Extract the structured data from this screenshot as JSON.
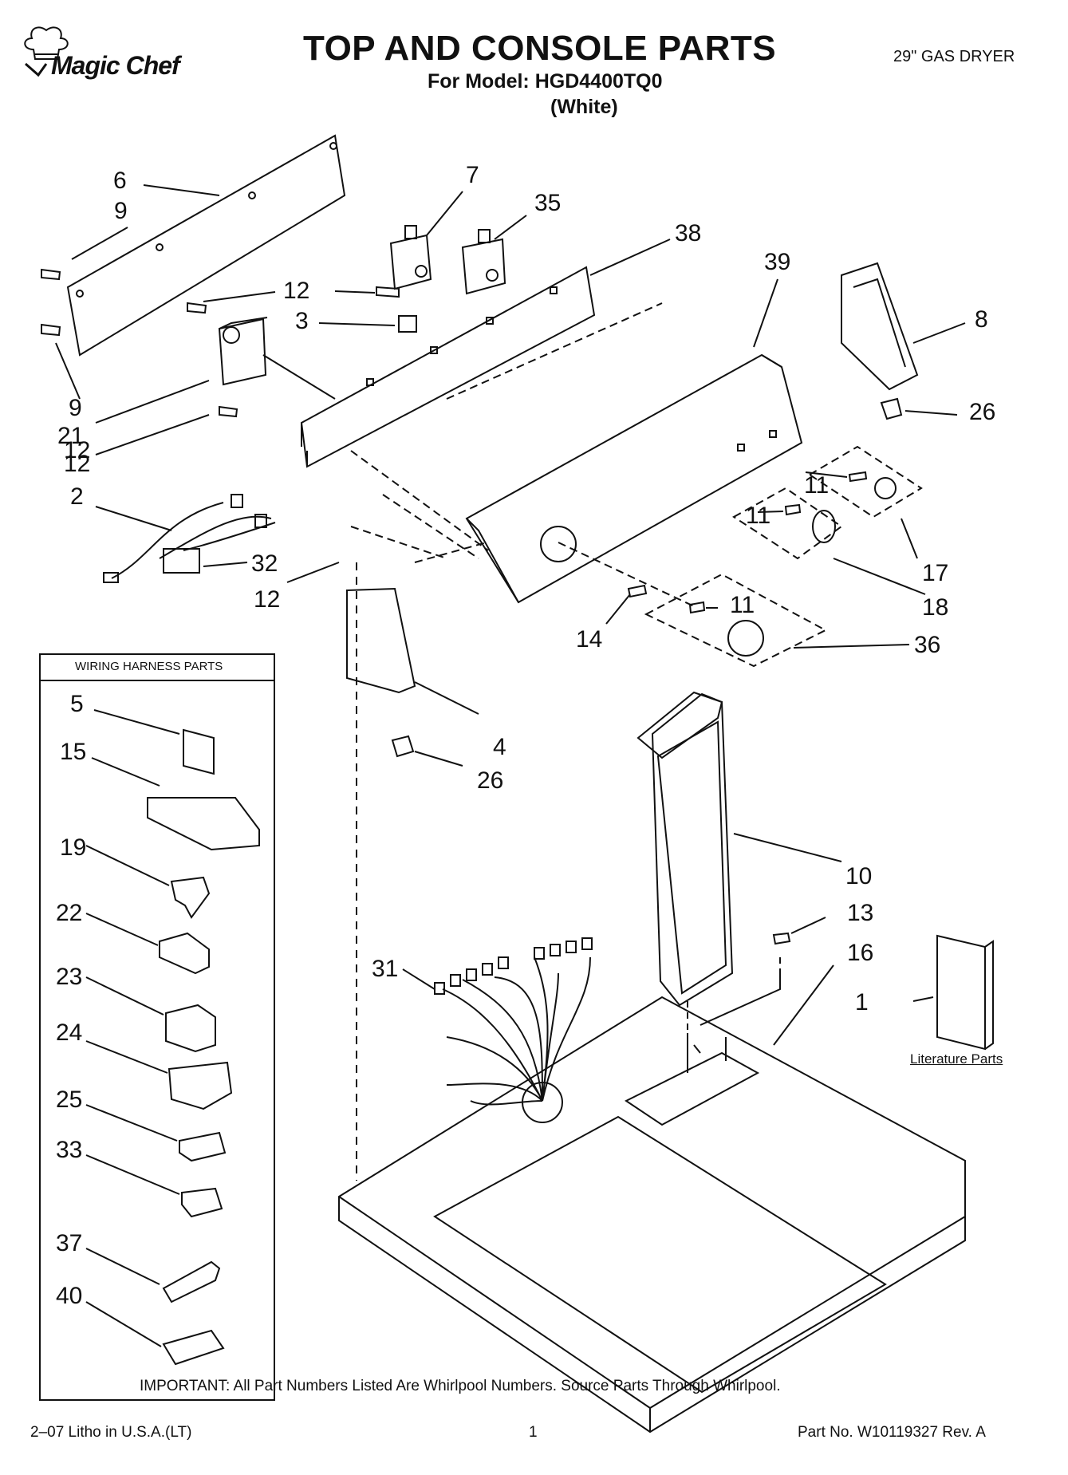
{
  "header": {
    "brand": "Magic Chef",
    "title": "TOP AND CONSOLE PARTS",
    "model_line": "For Model: HGD4400TQ0",
    "color_line": "(White)",
    "appliance": "29\" GAS DRYER"
  },
  "wiring_box": {
    "title": "WIRING HARNESS PARTS"
  },
  "literature": {
    "label": "Literature Parts"
  },
  "callouts": [
    "6",
    "9",
    "9",
    "7",
    "35",
    "38",
    "39",
    "8",
    "26",
    "12",
    "12",
    "3",
    "21",
    "12",
    "2",
    "32",
    "12",
    "11",
    "11",
    "11",
    "17",
    "18",
    "14",
    "36",
    "4",
    "26",
    "5",
    "15",
    "19",
    "22",
    "23",
    "24",
    "25",
    "33",
    "37",
    "40",
    "10",
    "13",
    "16",
    "1",
    "31"
  ],
  "footer": {
    "important": "IMPORTANT: All Part Numbers Listed Are Whirlpool Numbers. Source Parts Through Whirlpool.",
    "litho": "2–07 Litho in U.S.A.(LT)",
    "page": "1",
    "part_no": "Part No. W10119327 Rev. A"
  }
}
